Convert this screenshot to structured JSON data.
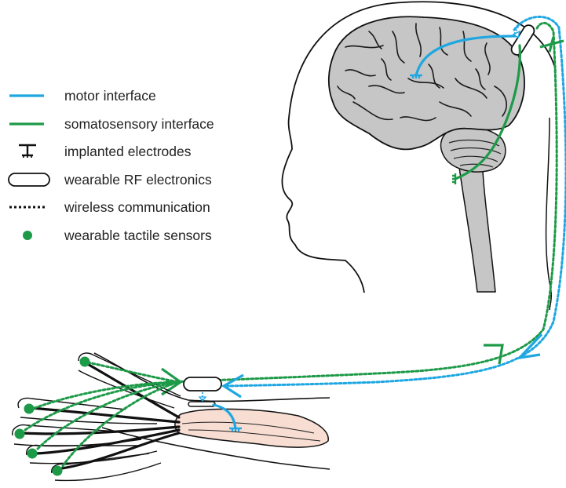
{
  "legend": {
    "items": [
      {
        "label": "motor interface",
        "symbol": "blue-line",
        "color": "#1ea7e1"
      },
      {
        "label": "somatosensory interface",
        "symbol": "green-line",
        "color": "#1d9a48"
      },
      {
        "label": "implanted electrodes",
        "symbol": "electrode-icon"
      },
      {
        "label": "wearable RF electronics",
        "symbol": "rf-device-icon"
      },
      {
        "label": "wireless communication",
        "symbol": "dotted-line"
      },
      {
        "label": "wearable tactile sensors",
        "symbol": "green-dot",
        "color": "#1d9a48"
      }
    ]
  },
  "colors": {
    "motor": "#1ea7e1",
    "somatosensory": "#1d9a48",
    "brain_fill": "#c6c6c6",
    "spinal_cord_fill": "#c6c6c6",
    "arm_skin_fill": "#f7ddd2",
    "outline": "#111111"
  }
}
